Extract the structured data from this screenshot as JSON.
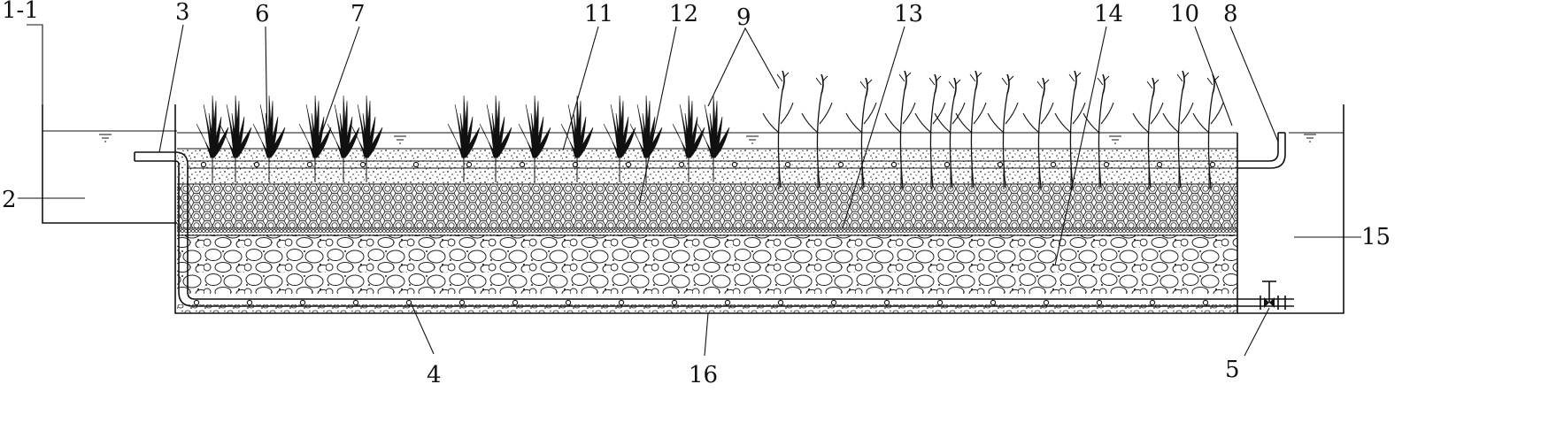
{
  "labels": {
    "l1_1": "1-1",
    "l2": "2",
    "l3": "3",
    "l4": "4",
    "l5": "5",
    "l6": "6",
    "l7": "7",
    "l8": "8",
    "l9": "9",
    "l10": "10",
    "l11": "11",
    "l12": "12",
    "l13": "13",
    "l14": "14",
    "l15": "15",
    "l16": "16"
  },
  "colors": {
    "ink": "#111111",
    "background": "#ffffff"
  }
}
